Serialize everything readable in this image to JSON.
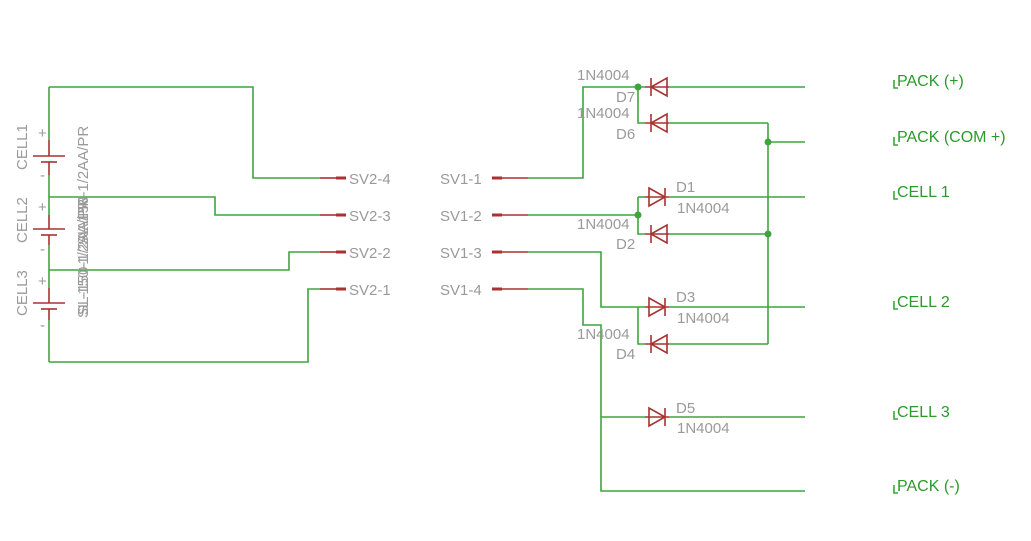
{
  "cells": [
    {
      "name": "CELL1",
      "value": "SL-150-1/2AA/PR"
    },
    {
      "name": "CELL2",
      "value": "SL-150-1/2AA/PR"
    },
    {
      "name": "CELL3",
      "value": "SL-150-1/2AA/PR"
    }
  ],
  "battery_polarity": {
    "plus": "+",
    "minus": "-"
  },
  "sv2_pins": [
    "SV2-4",
    "SV2-3",
    "SV2-2",
    "SV2-1"
  ],
  "sv1_pins": [
    "SV1-1",
    "SV1-2",
    "SV1-3",
    "SV1-4"
  ],
  "diodes": [
    {
      "name": "D7",
      "value": "1N4004"
    },
    {
      "name": "D6",
      "value": "1N4004"
    },
    {
      "name": "D1",
      "value": "1N4004"
    },
    {
      "name": "D2",
      "value": "1N4004"
    },
    {
      "name": "D3",
      "value": "1N4004"
    },
    {
      "name": "D4",
      "value": "1N4004"
    },
    {
      "name": "D5",
      "value": "1N4004"
    }
  ],
  "nets": [
    "PACK (+)",
    "PACK (COM +)",
    "CELL 1",
    "CELL 2",
    "CELL 3",
    "PACK (-)"
  ],
  "colors": {
    "wire": "#3fa33f",
    "component": "#a83232",
    "label": "#9a9a9a",
    "net_label": "#2a9a2a"
  }
}
